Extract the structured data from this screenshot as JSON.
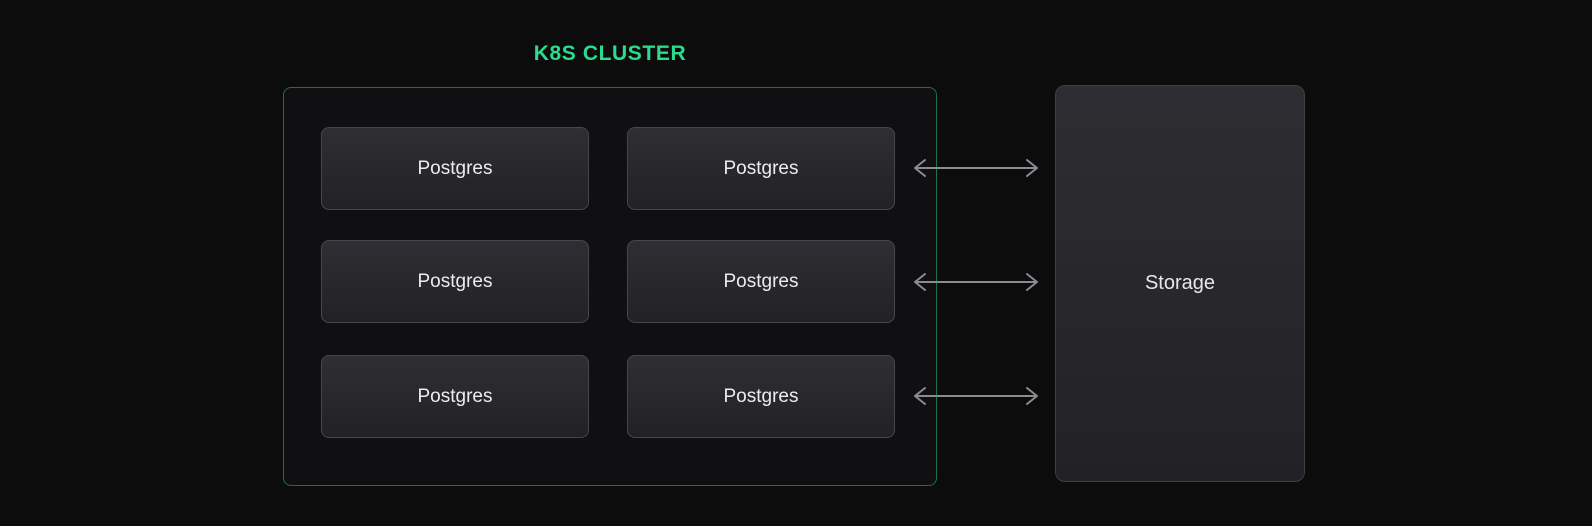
{
  "diagram": {
    "title": "K8S CLUSTER",
    "cluster": {
      "nodes": [
        {
          "label": "Postgres"
        },
        {
          "label": "Postgres"
        },
        {
          "label": "Postgres"
        },
        {
          "label": "Postgres"
        },
        {
          "label": "Postgres"
        },
        {
          "label": "Postgres"
        }
      ]
    },
    "storage": {
      "label": "Storage"
    },
    "connections": [
      {
        "from": "postgres-node-row-1-col-2",
        "to": "storage-node",
        "direction": "bidirectional"
      },
      {
        "from": "postgres-node-row-2-col-2",
        "to": "storage-node",
        "direction": "bidirectional"
      },
      {
        "from": "postgres-node-row-3-col-2",
        "to": "storage-node",
        "direction": "bidirectional"
      }
    ],
    "colors": {
      "background": "#0C0C0D",
      "accent_green": "#2ADC8C",
      "cluster_border": "#1E6F4F",
      "node_background_top": "#2E2E33",
      "node_background_bottom": "#222226",
      "node_border": "#46464C",
      "node_text": "#ECECEF",
      "arrow": "#8B8B91"
    }
  }
}
